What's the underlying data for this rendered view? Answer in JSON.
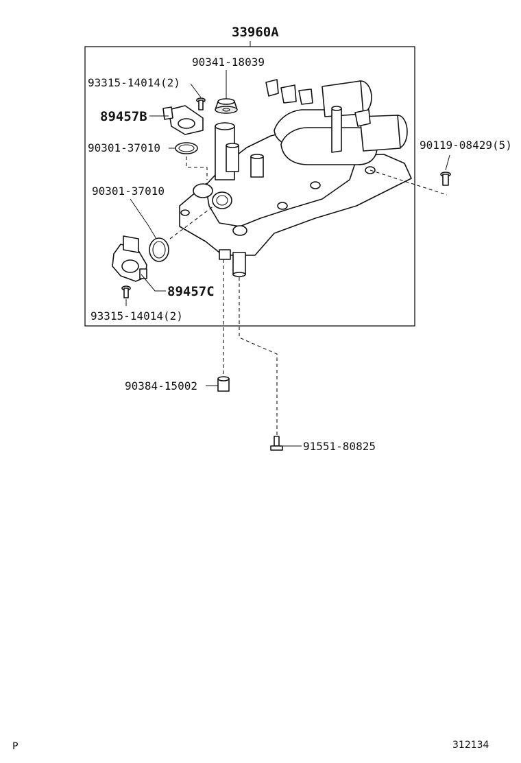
{
  "diagram": {
    "assembly_label": "33960A",
    "footer_left": "P",
    "footer_right": "312134",
    "labels": {
      "plug": "90341-18039",
      "screw_top": "93315-14014(2)",
      "sensor_b": "89457B",
      "oring_top": "90301-37010",
      "oring_left": "90301-37010",
      "sensor_c": "89457C",
      "screw_bottom": "93315-14014(2)",
      "bolt_right": "90119-08429(5)",
      "collar": "90384-15002",
      "bolt_bottom": "91551-80825"
    }
  }
}
